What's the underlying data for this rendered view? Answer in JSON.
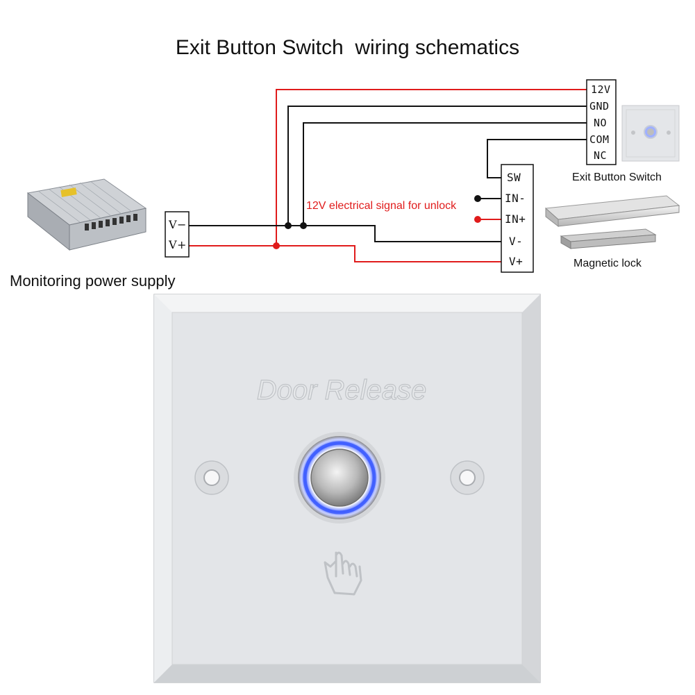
{
  "title": "Exit Button Switch  wiring schematics",
  "signal_label": "12V electrical signal for unlock",
  "power_supply": {
    "caption": "Monitoring power supply",
    "terminals": [
      "V−",
      "V+"
    ]
  },
  "exit_switch": {
    "caption": "Exit Button Switch",
    "terminals": [
      "12V",
      "GND",
      "NO",
      "COM",
      "NC"
    ]
  },
  "magnetic_lock": {
    "caption": "Magnetic lock",
    "terminals": [
      "SW",
      "IN-",
      "IN+",
      "V-",
      "V+"
    ]
  },
  "plate": {
    "embossed_text": "Door Release"
  },
  "colors": {
    "wire_red": "#e01b1b",
    "wire_black": "#111111",
    "plate": "#e6e7e9",
    "button_glow": "#3b5bff"
  }
}
